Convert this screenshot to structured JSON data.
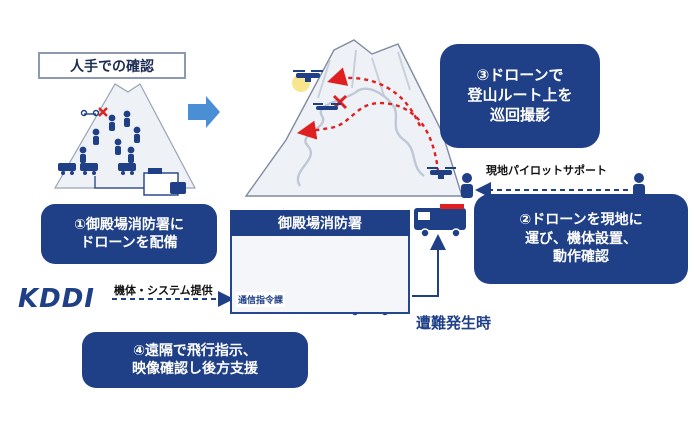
{
  "manual_check_title": "人手での確認",
  "step1": {
    "line1": "①御殿場消防署に",
    "line2": "ドローンを配備"
  },
  "step2": {
    "line1": "②ドローンを現地に",
    "line2": "運び、機体設置、",
    "line3": "動作確認"
  },
  "step3": {
    "line1": "③ドローンで",
    "line2": "登山ルート上を",
    "line3": "巡回撮影"
  },
  "step4": {
    "line1": "④遠隔で飛行指示、",
    "line2": "映像確認し後方支援"
  },
  "fire_station_title": "御殿場消防署",
  "command_section_label": "通信指令課",
  "kddi_logo_text": "KDDI",
  "kddi_role_label": "機体・システム提供",
  "pilot_support_label": "現地パイロットサポート",
  "disaster_label": "遭難発生時",
  "colors": {
    "navy": "#1f3f86",
    "route_red": "#e02020",
    "mountain_fill": "#eef1f6",
    "arrow_blue": "#4a8fd6"
  }
}
